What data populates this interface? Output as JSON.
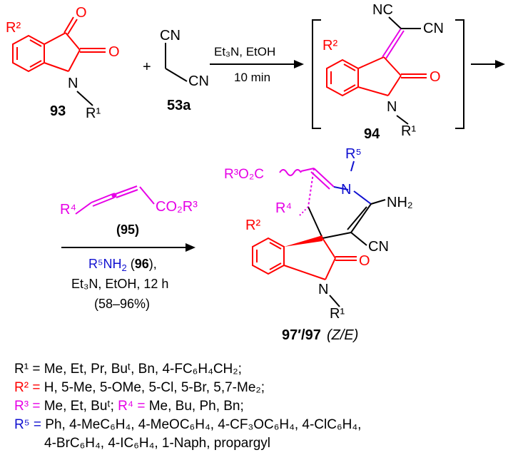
{
  "reaction": {
    "compound_93": "93",
    "compound_53a": "53a",
    "compound_94": "94",
    "compound_95": "(95)",
    "compound_96": "96",
    "product_label": "97′/97",
    "product_zone": "(Z/E)",
    "step1_conditions_line1": "Et₃N, EtOH",
    "step1_conditions_line2": "10 min",
    "step2_reagent_prefix": "R⁵NH₂ (",
    "step2_reagent_suffix": "),",
    "step2_conditions_line2": "Et₃N, EtOH, 12 h",
    "step2_yield": "(58–96%)",
    "plus": "+"
  },
  "atoms": {
    "O": "O",
    "N": "N",
    "NC": "NC",
    "CN": "CN",
    "NH2": "NH₂",
    "R1": "R¹",
    "R2": "R²",
    "R4": "R⁴",
    "R5": "R⁵",
    "CO2R3": "CO₂R³",
    "R3O2C": "R³O₂C"
  },
  "legend": {
    "r1_label": "R¹ =",
    "r1_values": "Me, Et, Pr, Buᵗ, Bn, 4-FC₆H₄CH₂;",
    "r2_label": "R² =",
    "r2_values": "H, 5-Me, 5-OMe, 5-Cl, 5-Br, 5,7-Me₂;",
    "r3_label": "R³ =",
    "r3_values": "Me, Et, Buᵗ;",
    "r4_label": "R⁴ =",
    "r4_values": "Me, Bu, Ph, Bn;",
    "r5_label": "R⁵ =",
    "r5_values_line1": "Ph, 4-MeC₆H₄, 4-MeOC₆H₄, 4-CF₃OC₆H₄, 4-ClC₆H₄,",
    "r5_values_line2": "4-BrC₆H₄, 4-IC₆H₄, 1-Naph, propargyl"
  },
  "colors": {
    "red": "#ff0000",
    "magenta": "#e600e6",
    "blue": "#1010d0",
    "black": "#000000"
  }
}
